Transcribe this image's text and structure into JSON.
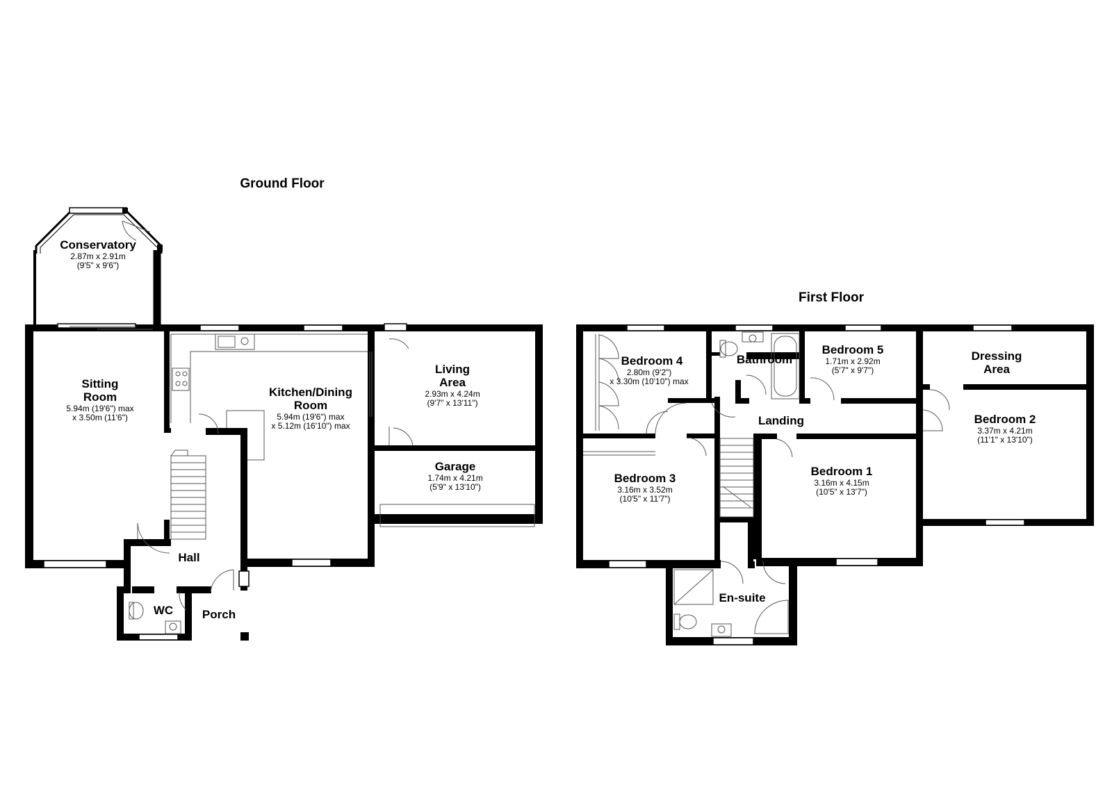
{
  "floors": [
    {
      "id": "ground",
      "title": "Ground Floor"
    },
    {
      "id": "first",
      "title": "First Floor"
    }
  ],
  "rooms": [
    {
      "id": "conservatory",
      "floor": "ground",
      "name": [
        "Conservatory"
      ],
      "dims": [
        "2.87m x 2.91m",
        "(9'5\" x 9'6\")"
      ]
    },
    {
      "id": "sitting-room",
      "floor": "ground",
      "name": [
        "Sitting",
        "Room"
      ],
      "dims": [
        "5.94m (19'6\") max",
        "x 3.50m (11'6\")"
      ]
    },
    {
      "id": "kitchen-dining-room",
      "floor": "ground",
      "name": [
        "Kitchen/Dining",
        "Room"
      ],
      "dims": [
        "5.94m (19'6\") max",
        "x 5.12m (16'10\") max"
      ]
    },
    {
      "id": "living-area",
      "floor": "ground",
      "name": [
        "Living",
        "Area"
      ],
      "dims": [
        "2.93m x 4.24m",
        "(9'7\" x 13'11\")"
      ]
    },
    {
      "id": "garage",
      "floor": "ground",
      "name": [
        "Garage"
      ],
      "dims": [
        "1.74m x 4.21m",
        "(5'9\" x 13'10\")"
      ]
    },
    {
      "id": "hall",
      "floor": "ground",
      "name": [
        "Hall"
      ],
      "dims": []
    },
    {
      "id": "wc",
      "floor": "ground",
      "name": [
        "WC"
      ],
      "dims": []
    },
    {
      "id": "porch",
      "floor": "ground",
      "name": [
        "Porch"
      ],
      "dims": []
    },
    {
      "id": "bedroom-4",
      "floor": "first",
      "name": [
        "Bedroom 4"
      ],
      "dims": [
        "2.80m (9'2\")",
        "x 3.30m (10'10\") max"
      ]
    },
    {
      "id": "bathroom",
      "floor": "first",
      "name": [
        "Bathroom"
      ],
      "dims": []
    },
    {
      "id": "bedroom-5",
      "floor": "first",
      "name": [
        "Bedroom 5"
      ],
      "dims": [
        "1.71m x 2.92m",
        "(5'7\" x 9'7\")"
      ]
    },
    {
      "id": "dressing-area",
      "floor": "first",
      "name": [
        "Dressing",
        "Area"
      ],
      "dims": []
    },
    {
      "id": "bedroom-2",
      "floor": "first",
      "name": [
        "Bedroom 2"
      ],
      "dims": [
        "3.37m x 4.21m",
        "(11'1\" x 13'10\")"
      ]
    },
    {
      "id": "landing",
      "floor": "first",
      "name": [
        "Landing"
      ],
      "dims": []
    },
    {
      "id": "bedroom-3",
      "floor": "first",
      "name": [
        "Bedroom 3"
      ],
      "dims": [
        "3.16m x 3.52m",
        "(10'5\" x 11'7\")"
      ]
    },
    {
      "id": "bedroom-1",
      "floor": "first",
      "name": [
        "Bedroom 1"
      ],
      "dims": [
        "3.16m x 4.15m",
        "(10'5\" x 13'7\")"
      ]
    },
    {
      "id": "en-suite",
      "floor": "first",
      "name": [
        "En-suite"
      ],
      "dims": []
    }
  ],
  "colors": {
    "wall": "#000000",
    "fixture": "#555555",
    "background": "#ffffff",
    "window_fill": "#ffffff"
  }
}
